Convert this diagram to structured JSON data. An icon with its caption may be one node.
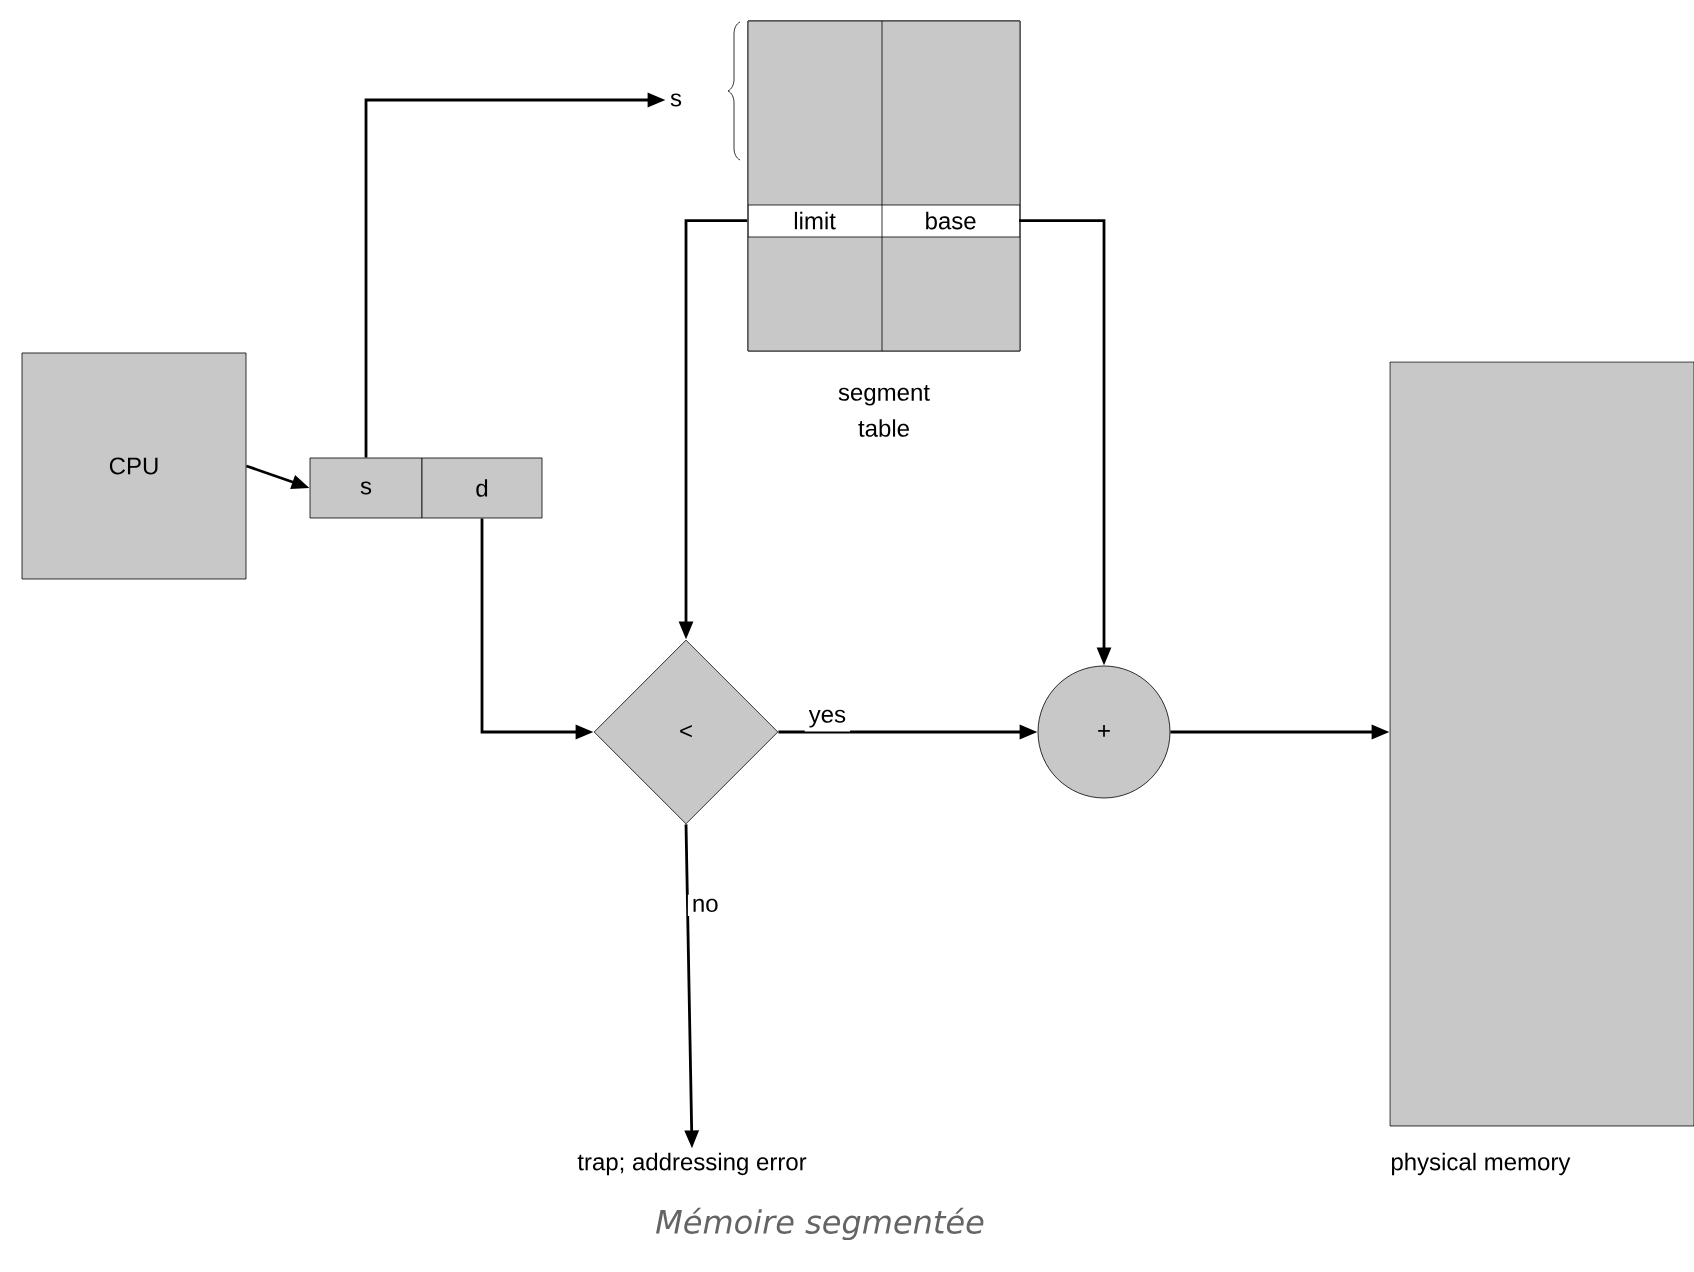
{
  "diagram": {
    "caption": "Mémoire segmentée",
    "nodes": [
      {
        "text": [
          "CPU"
        ]
      },
      {
        "text": [
          "s"
        ]
      },
      {
        "text": [
          "d"
        ]
      },
      {
        "text": [
          "segment table"
        ]
      },
      {
        "text": [
          "limit"
        ],
        "in": 3
      },
      {
        "text": [
          "base"
        ],
        "in": 3
      },
      {
        "text": [
          "s"
        ]
      },
      {
        "text": [
          "<"
        ]
      },
      {
        "text": [
          "+"
        ]
      },
      {
        "text": [
          "physical memory"
        ]
      },
      {
        "text": [
          "trap; addressing error"
        ]
      }
    ],
    "edges": [
      {
        "from": 0,
        "to": 1,
        "arrow": "to"
      },
      {
        "from": 1,
        "to": 6,
        "arrow": "to"
      },
      {
        "from": 2,
        "to": 7,
        "arrow": "to"
      },
      {
        "from": 4,
        "to": 7,
        "arrow": "to"
      },
      {
        "from": 5,
        "to": 8,
        "arrow": "to"
      },
      {
        "from": 7,
        "to": 8,
        "arrow": "to",
        "label": "yes"
      },
      {
        "from": 7,
        "to": 10,
        "arrow": "to",
        "label": "no"
      },
      {
        "from": 8,
        "to": 9,
        "arrow": "to"
      }
    ]
  }
}
